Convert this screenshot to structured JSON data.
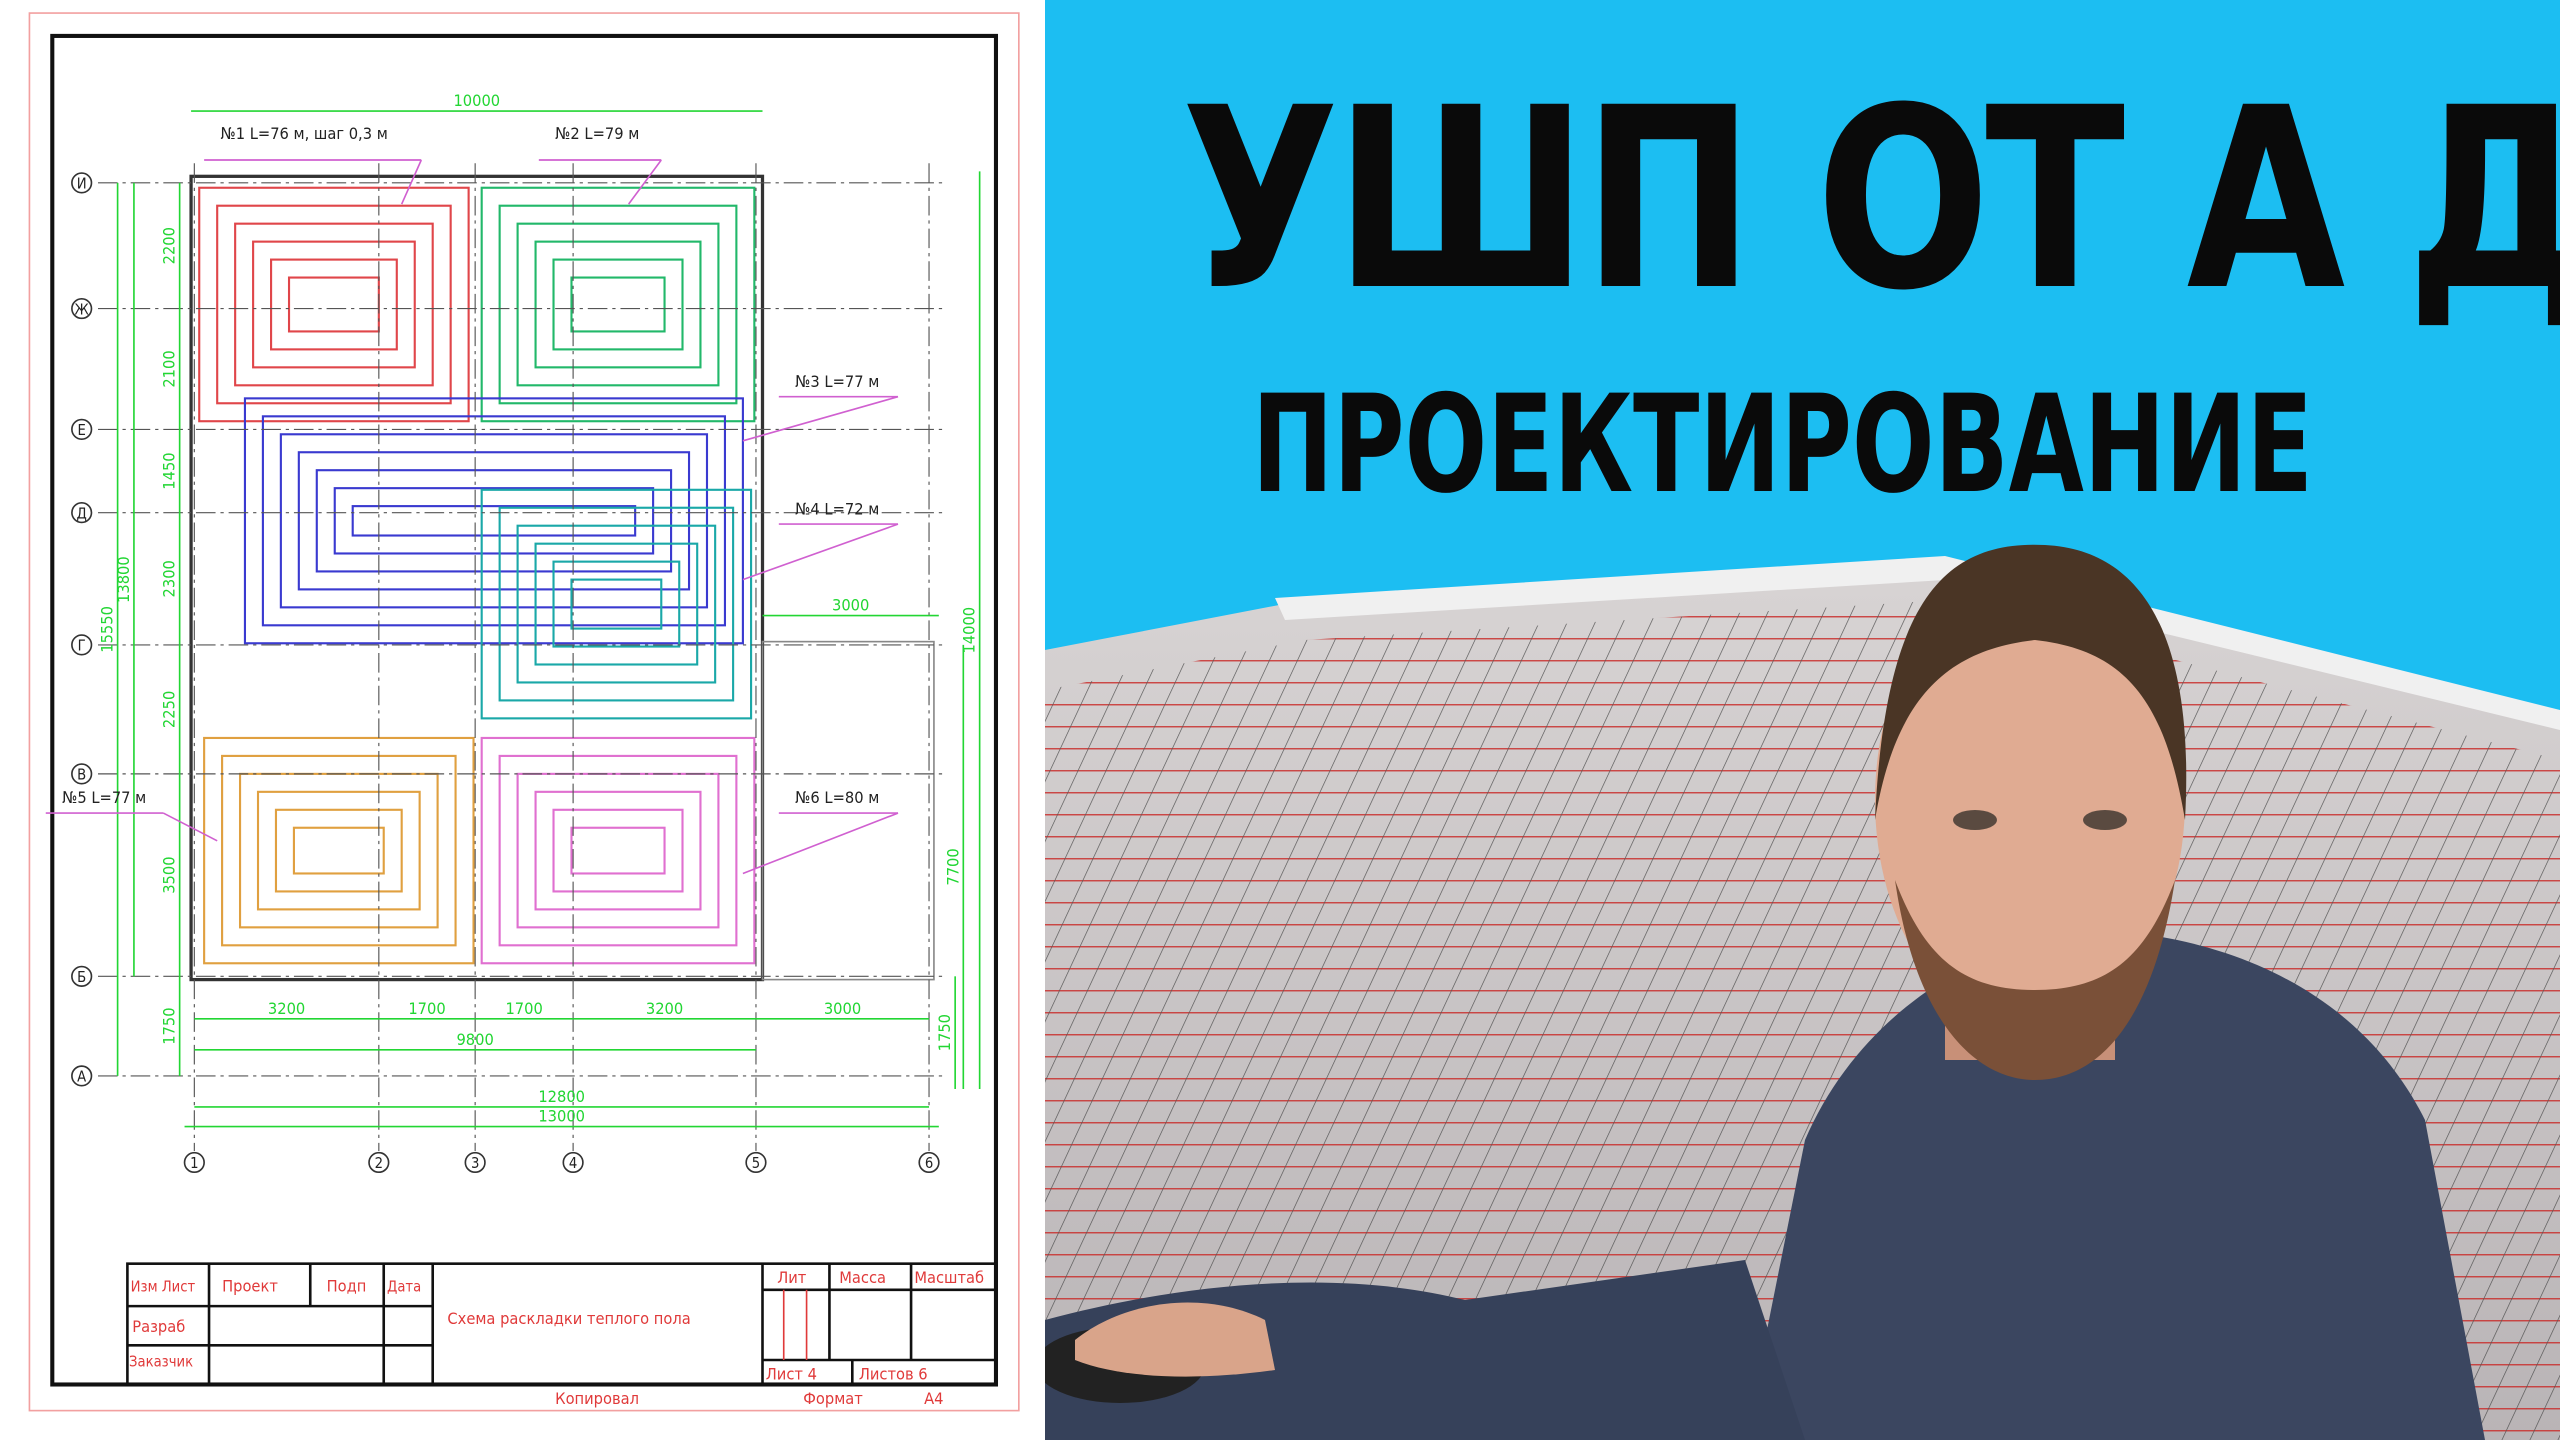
{
  "headline": {
    "title": "УШП ОТ А ДО Я",
    "subtitle": "ПРОЕКТИРОВАНИЕ"
  },
  "colors": {
    "background_blue": "#1cbef2",
    "title_text": "#0a0a0a",
    "dim_green": "#22d633",
    "loop_red": "#e0464a",
    "loop_green": "#22b86a",
    "loop_blue": "#3a3ad0",
    "loop_teal": "#1aa8a8",
    "loop_orange": "#e0a040",
    "loop_pink": "#e070d0"
  },
  "drawing": {
    "loops": [
      {
        "label": "№1 L=76 м, шаг 0,3 м"
      },
      {
        "label": "№2 L=79 м"
      },
      {
        "label": "№3 L=77 м"
      },
      {
        "label": "№4 L=72 м"
      },
      {
        "label": "№5 L=77 м"
      },
      {
        "label": "№6 L=80 м"
      }
    ],
    "row_axes": [
      "И",
      "Ж",
      "Е",
      "Д",
      "Г",
      "В",
      "Б",
      "А"
    ],
    "col_axes": [
      "1",
      "2",
      "3",
      "4",
      "5",
      "6"
    ],
    "dims": {
      "top": "10000",
      "left_segments": [
        "2200",
        "2100",
        "1450",
        "2300",
        "2250",
        "3500",
        "1750"
      ],
      "left_total_1": "13800",
      "left_total_2": "15550",
      "right_total": "14000",
      "right_lower": "7700",
      "right_bottom": "1750",
      "ext_width": "3000",
      "bottom_segments": [
        "3200",
        "1700",
        "1700",
        "3200",
        "3000"
      ],
      "bottom_total_1": "9800",
      "bottom_total_2": "12800",
      "bottom_total_3": "13000"
    },
    "title_block": {
      "izm_list": "Изм Лист",
      "proekt": "Проект",
      "podp": "Подп",
      "data": "Дата",
      "razrab": "Разраб",
      "zakazchik": "Заказчик",
      "name": "Схема раскладки теплого пола",
      "lit": "Лит",
      "massa": "Масса",
      "masshtab": "Масштаб",
      "list": "Лист 4",
      "listov": "Листов 6",
      "kopiroval": "Копировал",
      "format_label": "Формат",
      "format_value": "А4"
    }
  }
}
